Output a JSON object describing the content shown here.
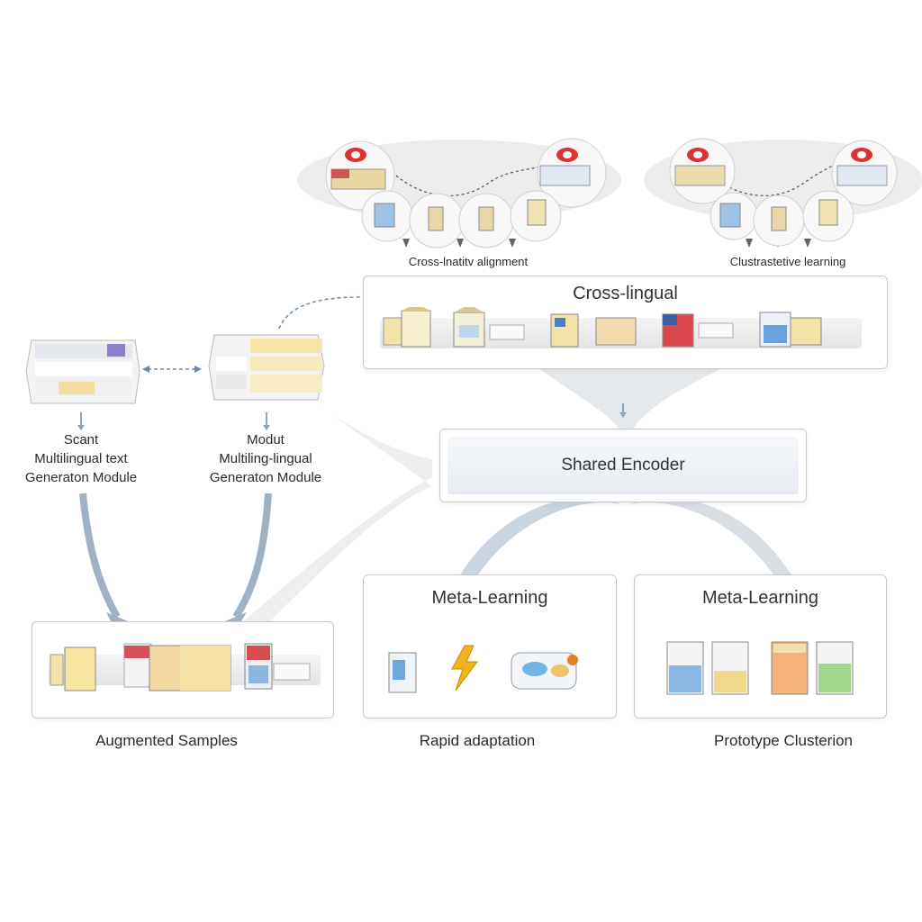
{
  "top_left_caption": "Cross-lnatitv alignment",
  "top_right_caption": "Clustrastetive learning",
  "cross_lingual_title": "Cross-lingual",
  "scant_module": {
    "line1": "Scant",
    "line2": "Multilingual text",
    "line3": "Generaton Module"
  },
  "modut_module": {
    "line1": "Modut",
    "line2": "Multiling-lingual",
    "line3": "Generaton Module"
  },
  "shared_encoder": "Shared Encoder",
  "meta_left_title": "Meta-Learning",
  "meta_right_title": "Meta-Learning",
  "augmented_caption": "Augmented Samples",
  "rapid_caption": "Rapid adaptation",
  "prototype_caption": "Prototype Clusterion",
  "colors": {
    "arrow_blue": "#8fa4b8",
    "flow_gray": "#dfe3e7",
    "box_border": "#c9c9c9",
    "dashed_link": "#6b8aa6"
  }
}
